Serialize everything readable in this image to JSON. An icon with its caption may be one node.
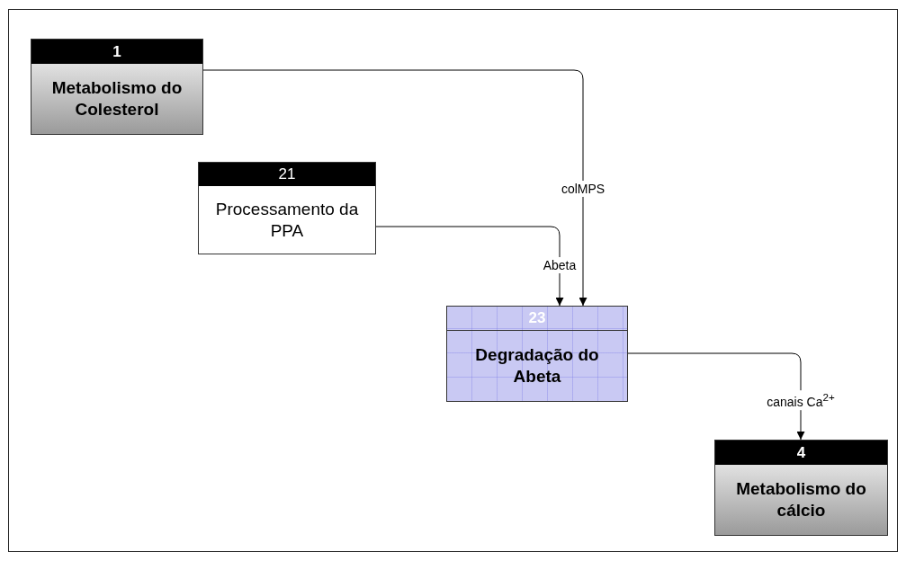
{
  "diagram": {
    "nodes": [
      {
        "text": [
          "1",
          "Metabolismo do Colesterol"
        ]
      },
      {
        "text": [
          "21",
          "Processamento da PPA"
        ]
      },
      {
        "text": [
          "23",
          "Degradação do Abeta"
        ]
      },
      {
        "text": [
          "4",
          "Metabolismo do cálcio"
        ]
      }
    ],
    "edges": [
      {
        "from": 0,
        "to": 2,
        "arrow": "to",
        "label": "colMPS"
      },
      {
        "from": 1,
        "to": 2,
        "arrow": "to",
        "label": "Abeta"
      },
      {
        "from": 2,
        "to": 3,
        "arrow": "to",
        "label": "canais Ca$^{2+}$"
      }
    ]
  }
}
